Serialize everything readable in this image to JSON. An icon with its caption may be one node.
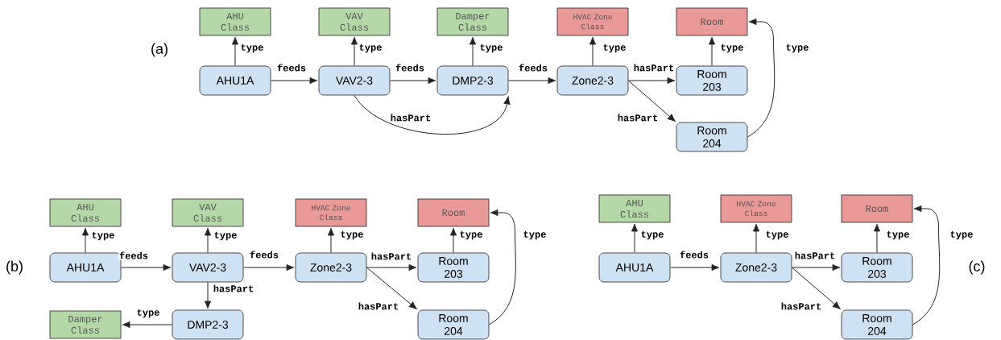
{
  "diagram": {
    "nodes": [
      {
        "text": [
          "AHU Class"
        ]
      },
      {
        "text": [
          "VAV Class"
        ]
      },
      {
        "text": [
          "Damper Class"
        ]
      },
      {
        "text": [
          "HVAC Zone Class"
        ]
      },
      {
        "text": [
          "Room"
        ]
      },
      {
        "text": [
          "AHU1A"
        ]
      },
      {
        "text": [
          "VAV2-3"
        ]
      },
      {
        "text": [
          "DMP2-3"
        ]
      },
      {
        "text": [
          "Zone2-3"
        ]
      },
      {
        "text": [
          "Room 203"
        ]
      },
      {
        "text": [
          "Room 204"
        ]
      },
      {
        "text": [
          "AHU Class"
        ]
      },
      {
        "text": [
          "VAV Class"
        ]
      },
      {
        "text": [
          "HVAC Zone Class"
        ]
      },
      {
        "text": [
          "Room"
        ]
      },
      {
        "text": [
          "AHU1A"
        ]
      },
      {
        "text": [
          "VAV2-3"
        ]
      },
      {
        "text": [
          "Zone2-3"
        ]
      },
      {
        "text": [
          "Room 203"
        ]
      },
      {
        "text": [
          "Damper Class"
        ]
      },
      {
        "text": [
          "DMP2-3"
        ]
      },
      {
        "text": [
          "Room 204"
        ]
      },
      {
        "text": [
          "AHU Class"
        ]
      },
      {
        "text": [
          "HVAC Zone Class"
        ]
      },
      {
        "text": [
          "Room"
        ]
      },
      {
        "text": [
          "AHU1A"
        ]
      },
      {
        "text": [
          "Zone2-3"
        ]
      },
      {
        "text": [
          "Room 203"
        ]
      },
      {
        "text": [
          "Room 204"
        ]
      }
    ],
    "edges": [
      {
        "from": 5,
        "to": 0,
        "arrow": "to",
        "label": "type"
      },
      {
        "from": 6,
        "to": 1,
        "arrow": "to",
        "label": "type"
      },
      {
        "from": 7,
        "to": 2,
        "arrow": "to",
        "label": "type"
      },
      {
        "from": 8,
        "to": 3,
        "arrow": "to",
        "label": "type"
      },
      {
        "from": 9,
        "to": 4,
        "arrow": "to",
        "label": "type"
      },
      {
        "from": 10,
        "to": 4,
        "arrow": "to",
        "label": "type"
      },
      {
        "from": 5,
        "to": 6,
        "arrow": "to",
        "label": "feeds"
      },
      {
        "from": 6,
        "to": 7,
        "arrow": "to",
        "label": "feeds"
      },
      {
        "from": 7,
        "to": 8,
        "arrow": "to",
        "label": "feeds"
      },
      {
        "from": 8,
        "to": 9,
        "arrow": "to",
        "label": "hasPart"
      },
      {
        "from": 8,
        "to": 10,
        "arrow": "to",
        "label": "hasPart"
      },
      {
        "from": 6,
        "to": 7,
        "arrow": "to",
        "label": "hasPart"
      },
      {
        "from": 15,
        "to": 11,
        "arrow": "to",
        "label": "type"
      },
      {
        "from": 16,
        "to": 12,
        "arrow": "to",
        "label": "type"
      },
      {
        "from": 17,
        "to": 13,
        "arrow": "to",
        "label": "type"
      },
      {
        "from": 18,
        "to": 14,
        "arrow": "to",
        "label": "type"
      },
      {
        "from": 21,
        "to": 14,
        "arrow": "to",
        "label": "type"
      },
      {
        "from": 15,
        "to": 16,
        "arrow": "to",
        "label": "feeds"
      },
      {
        "from": 16,
        "to": 17,
        "arrow": "to",
        "label": "feeds"
      },
      {
        "from": 17,
        "to": 18,
        "arrow": "to",
        "label": "hasPart"
      },
      {
        "from": 17,
        "to": 21,
        "arrow": "to",
        "label": "hasPart"
      },
      {
        "from": 16,
        "to": 20,
        "arrow": "to",
        "label": "hasPart"
      },
      {
        "from": 20,
        "to": 19,
        "arrow": "to",
        "label": "type"
      },
      {
        "from": 25,
        "to": 22,
        "arrow": "to",
        "label": "type"
      },
      {
        "from": 26,
        "to": 23,
        "arrow": "to",
        "label": "type"
      },
      {
        "from": 27,
        "to": 24,
        "arrow": "to",
        "label": "type"
      },
      {
        "from": 28,
        "to": 24,
        "arrow": "to",
        "label": "type"
      },
      {
        "from": 25,
        "to": 26,
        "arrow": "to",
        "label": "feeds"
      },
      {
        "from": 26,
        "to": 27,
        "arrow": "to",
        "label": "hasPart"
      },
      {
        "from": 26,
        "to": 28,
        "arrow": "to",
        "label": "hasPart"
      }
    ],
    "labels": [
      "(a)",
      "(b)",
      "(c)"
    ]
  }
}
